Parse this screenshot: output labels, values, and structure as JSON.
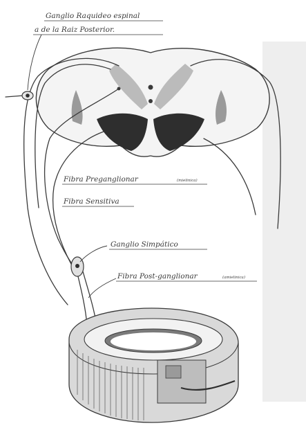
{
  "labels": {
    "ganglio_raquideo_line1": "Ganglio Raquideo espinal",
    "ganglio_raquideo_line2": "a de la Raiz Posterior.",
    "fibra_preganglionar": "Fibra Preganglionar",
    "fibra_preganglionar_note": "(mielinica)",
    "fibra_sensitiva": "Fibra Sensitiva",
    "ganglio_simpatico": "Ganglio Simpático",
    "fibra_postganglionar": "Fibra Post-ganglionar",
    "fibra_postganglionar_note": "(amielinica)"
  },
  "colors": {
    "ink": "#3a3a3a",
    "gray_matter": "#9a9a9a",
    "anterior_horn": "#2e2e2e",
    "tissue": "#cfcfcf",
    "paper_shade": "#e6e6e6"
  }
}
